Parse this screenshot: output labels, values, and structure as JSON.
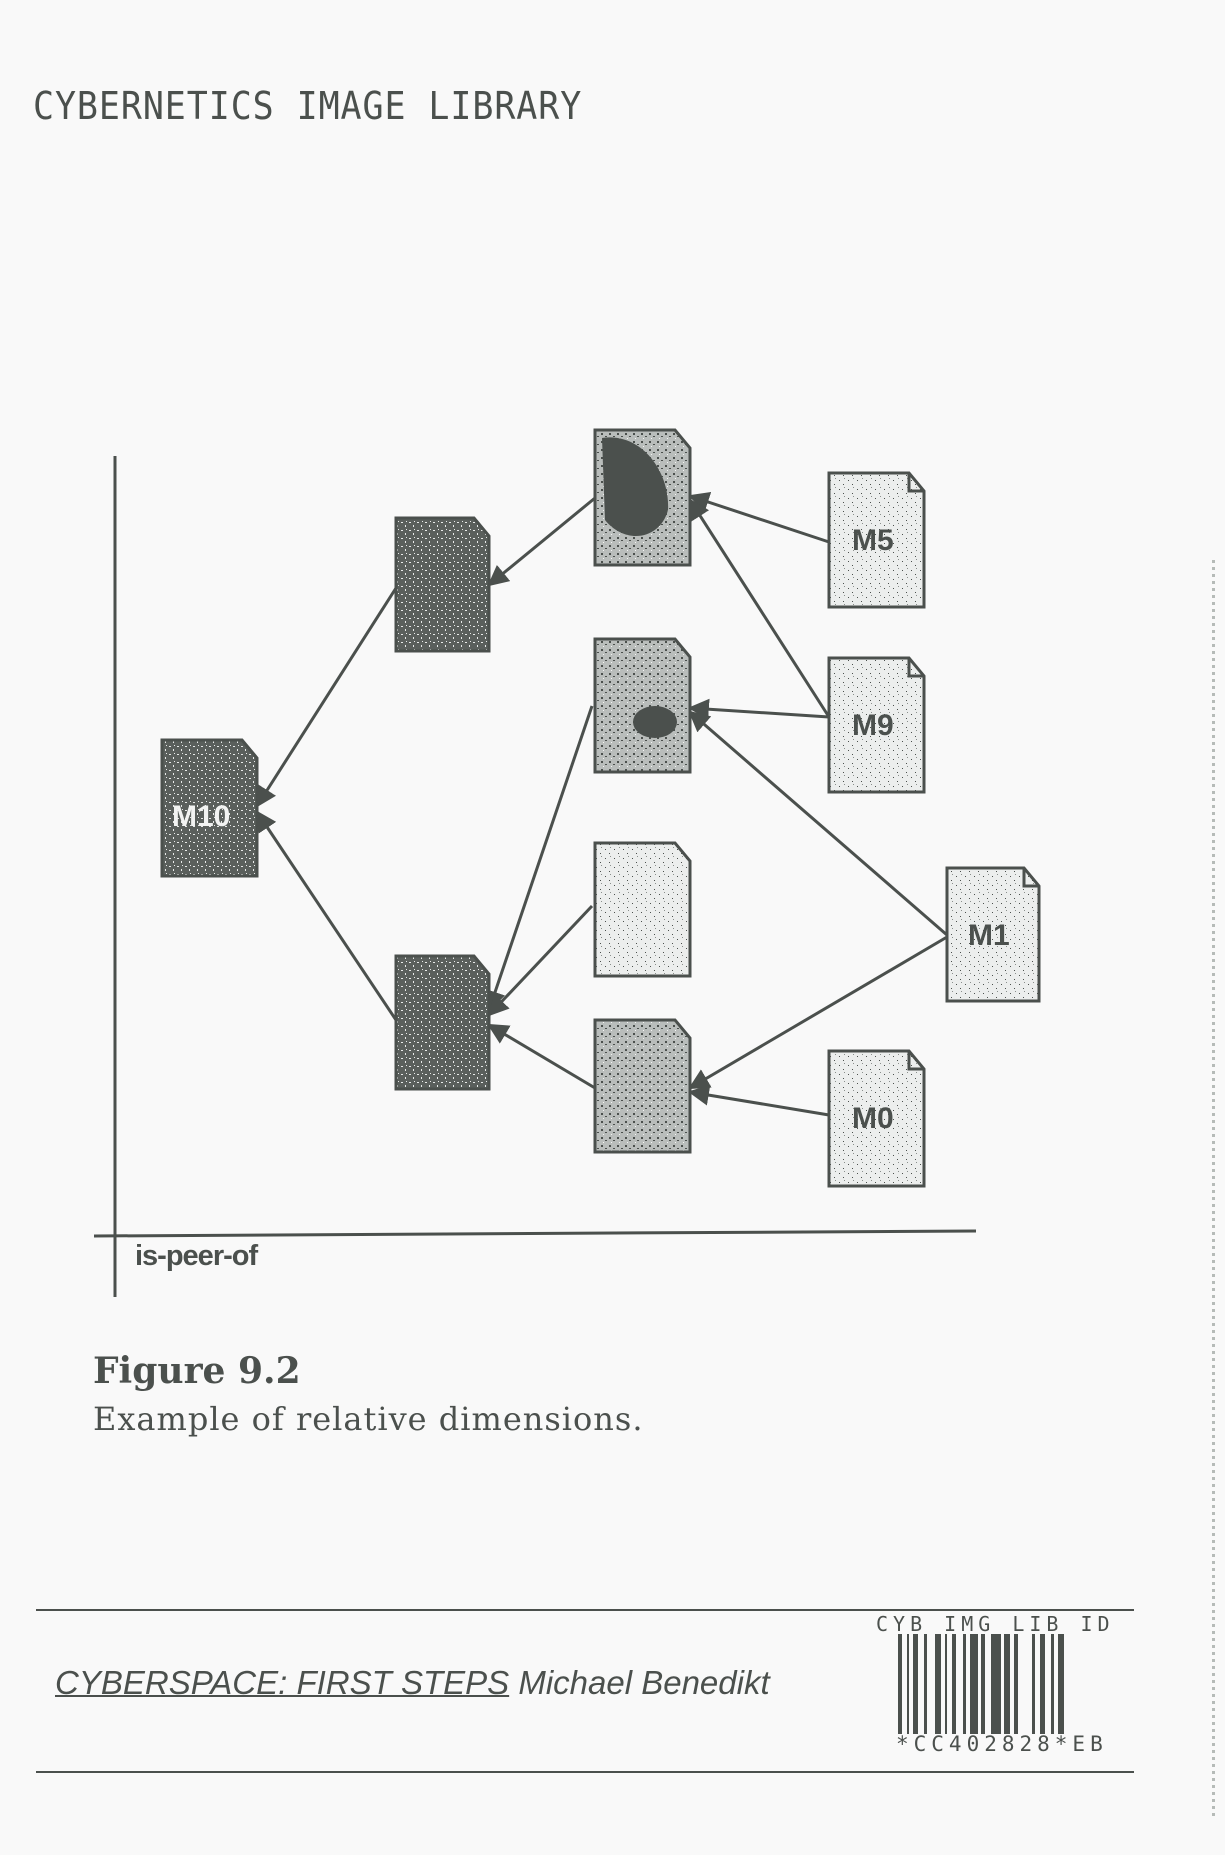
{
  "header": {
    "library_title": "CYBERNETICS IMAGE LIBRARY"
  },
  "diagram": {
    "type": "directed-graph",
    "axis_label": "is-peer-of",
    "colors": {
      "ink": "#4b504d",
      "paper": "#f9f9f9",
      "dark_fill": "#5a5f5c",
      "mid_fill": "#9fa4a1",
      "light_fill": "#dcdfdd"
    },
    "nodes": [
      {
        "id": "M10",
        "label": "M10",
        "shade": "dark"
      },
      {
        "id": "n_top_mid",
        "label": "",
        "shade": "dark"
      },
      {
        "id": "n_bottom_mid",
        "label": "",
        "shade": "dark"
      },
      {
        "id": "n_r1",
        "label": "",
        "shade": "dark-blob"
      },
      {
        "id": "n_r2",
        "label": "",
        "shade": "medium"
      },
      {
        "id": "n_r3",
        "label": "",
        "shade": "light"
      },
      {
        "id": "n_r4",
        "label": "",
        "shade": "light"
      },
      {
        "id": "M5",
        "label": "M5",
        "shade": "light"
      },
      {
        "id": "M9",
        "label": "M9",
        "shade": "light"
      },
      {
        "id": "M1",
        "label": "M1",
        "shade": "light"
      },
      {
        "id": "M0",
        "label": "M0",
        "shade": "light"
      }
    ],
    "edges": [
      {
        "from": "n_top_mid",
        "to": "M10"
      },
      {
        "from": "n_bottom_mid",
        "to": "M10"
      },
      {
        "from": "n_r1",
        "to": "n_top_mid"
      },
      {
        "from": "n_r2",
        "to": "n_bottom_mid"
      },
      {
        "from": "n_r3",
        "to": "n_bottom_mid"
      },
      {
        "from": "n_r4",
        "to": "n_bottom_mid"
      },
      {
        "from": "M5",
        "to": "n_r1"
      },
      {
        "from": "M9",
        "to": "n_r1"
      },
      {
        "from": "M9",
        "to": "n_r2"
      },
      {
        "from": "M1",
        "to": "n_r2"
      },
      {
        "from": "M1",
        "to": "n_r4"
      },
      {
        "from": "M0",
        "to": "n_r4"
      }
    ]
  },
  "caption": {
    "figure_number": "Figure 9.2",
    "text": "Example of relative dimensions."
  },
  "footer": {
    "book_title": "CYBERSPACE: FIRST STEPS",
    "author": "Michael Benedikt",
    "barcode_top": "CYB IMG LIB ID",
    "barcode_id": "*CC402828*EB"
  }
}
